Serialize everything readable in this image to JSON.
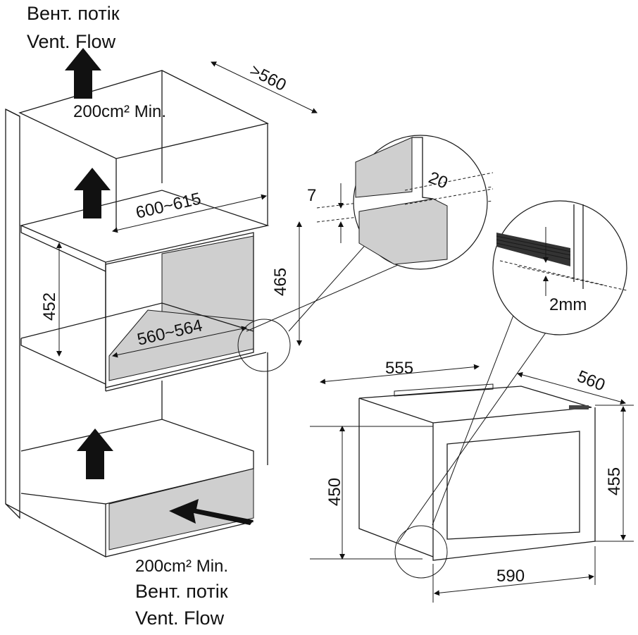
{
  "vent_top": {
    "label_ua": "Вент. потік",
    "label_en": "Vent. Flow",
    "area": "200cm² Min."
  },
  "vent_bottom": {
    "area": "200cm² Min.",
    "label_ua": "Вент. потік",
    "label_en": "Vent. Flow"
  },
  "niche_dims": {
    "depth": ">560",
    "width": "600~615",
    "gap": "7",
    "height_inner": "452",
    "height_outer": "465",
    "inner_width": "560~564"
  },
  "detail_top": {
    "dim": "20"
  },
  "detail_bottom": {
    "dim": "2mm"
  },
  "appliance_dims": {
    "width_top": "555",
    "depth": "560",
    "height_left": "450",
    "height_right": "455",
    "width_bottom": "590"
  }
}
